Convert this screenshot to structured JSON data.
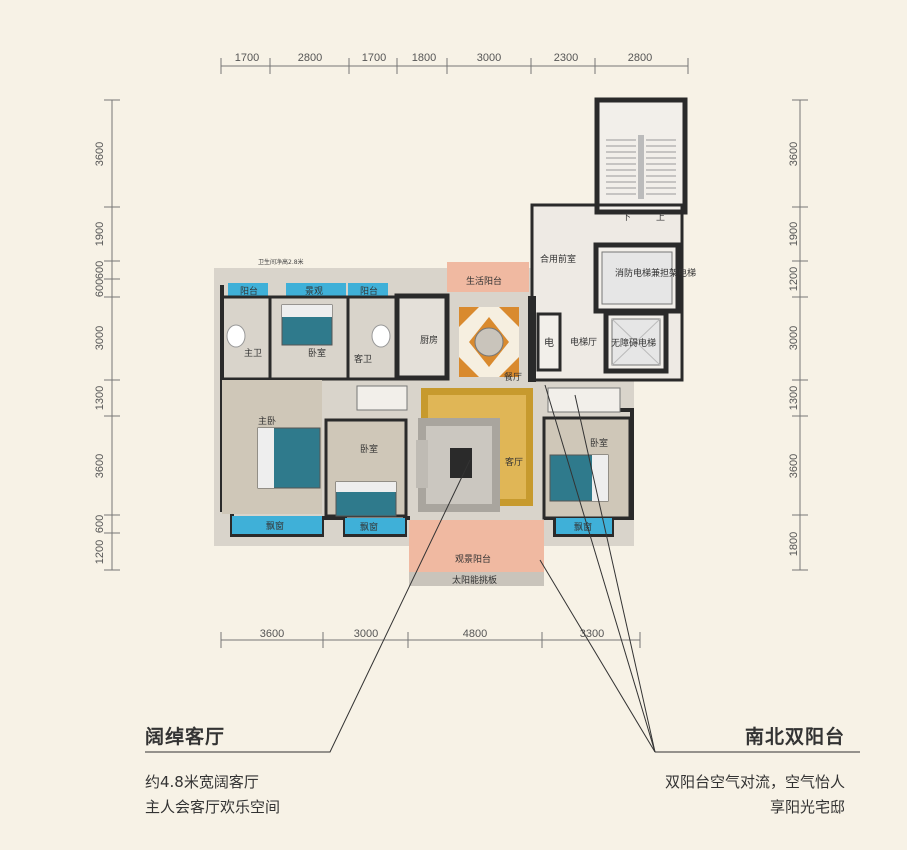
{
  "dimensions": {
    "top": [
      "1700",
      "2800",
      "1700",
      "1800",
      "3000",
      "2300",
      "2800"
    ],
    "bottom": [
      "3600",
      "3000",
      "4800",
      "3300"
    ],
    "left": [
      "3600",
      "1900",
      "600",
      "600",
      "3000",
      "1300",
      "3600",
      "600",
      "1200"
    ],
    "right": [
      "3600",
      "1900",
      "1200",
      "3000",
      "1300",
      "3600",
      "1800"
    ]
  },
  "rooms": {
    "bath1": "阳台",
    "bath2": "景观",
    "bath3": "阳台",
    "master_bath": "主卫",
    "bedroom_top": "卧室",
    "guest_bath": "客卫",
    "kitchen": "厨房",
    "dining": "餐厅",
    "service_balcony": "生活阳台",
    "lobby": "合用前室",
    "fire_elevator": "消防电梯兼担架电梯",
    "elevator_hall": "电梯厅",
    "electric": "电",
    "barrier_free_elevator": "无障碍电梯",
    "stair_down": "下",
    "stair_up": "上",
    "master_bedroom": "主卧",
    "bedroom_mid": "卧室",
    "living": "客厅",
    "bedroom_right": "卧室",
    "bay_left": "飘窗",
    "bay_mid": "飘窗",
    "bay_right": "飘窗",
    "view_balcony": "观景阳台",
    "solar": "太阳能挑板",
    "note": "卫生间净高2.8米"
  },
  "captions": {
    "left_title": "阔绰客厅",
    "left_line1": "约4.8米宽阔客厅",
    "left_line2": "主人会客厅欢乐空间",
    "right_title": "南北双阳台",
    "right_line1": "双阳台空气对流，空气怡人",
    "right_line2": "享阳光宅邸"
  },
  "colors": {
    "wall": "#2a2a2a",
    "floor": "#d9d4cb",
    "bay": "#3fb0d8",
    "balcony": "#f0b9a1",
    "rug": "#c79a2e",
    "bed": "#2f7a8c",
    "background": "#f7f2e6"
  }
}
